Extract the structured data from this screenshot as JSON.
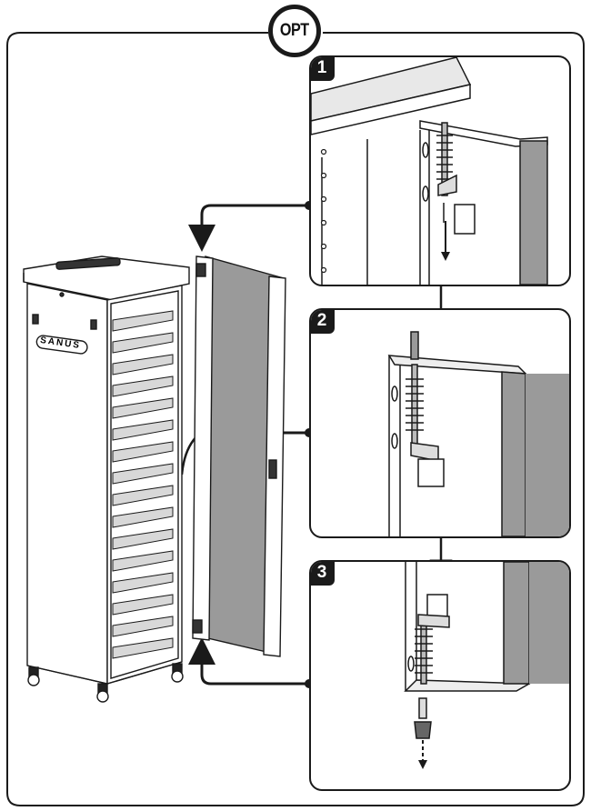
{
  "badge": {
    "label": "OPT"
  },
  "steps": [
    {
      "number": "1"
    },
    {
      "number": "2"
    },
    {
      "number": "3"
    }
  ],
  "cabinet": {
    "brand_logo": "SANUS"
  },
  "colors": {
    "line": "#1a1a1a",
    "panel_fill": "#9a9a9a",
    "background": "#ffffff"
  }
}
